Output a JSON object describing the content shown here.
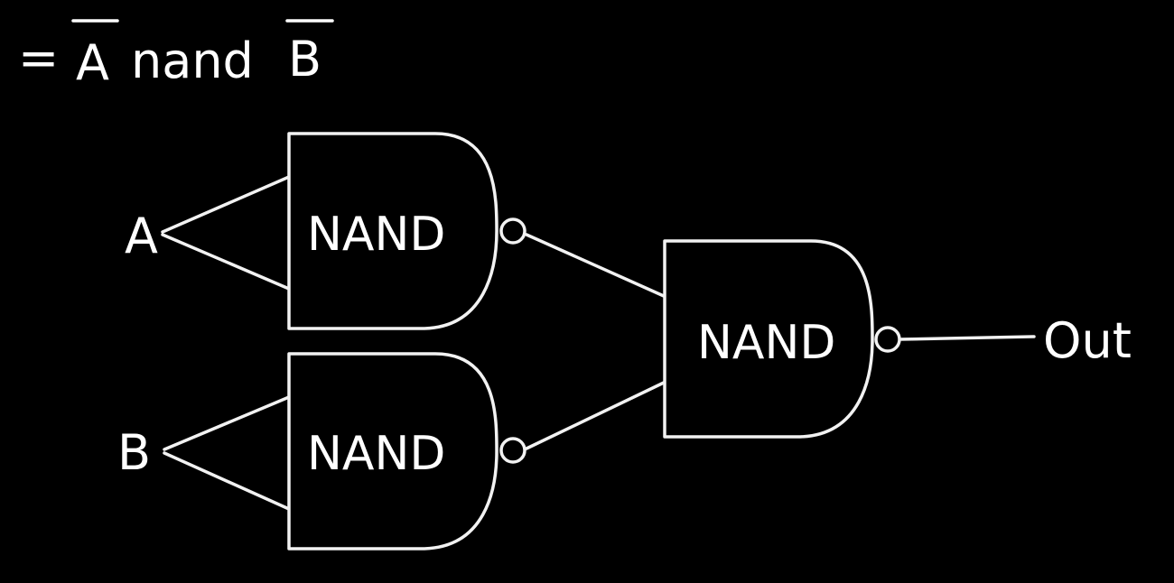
{
  "colors": {
    "background": "#000000",
    "chalk": "#f2f2f2"
  },
  "formula": {
    "equals": "=",
    "left_operand": "A",
    "operator": "nand",
    "right_operand": "B",
    "left_negated": true,
    "right_negated": true
  },
  "inputs": {
    "a": "A",
    "b": "B"
  },
  "gates": {
    "top": "NAND",
    "bottom": "NAND",
    "output_gate": "NAND"
  },
  "output": "Out"
}
